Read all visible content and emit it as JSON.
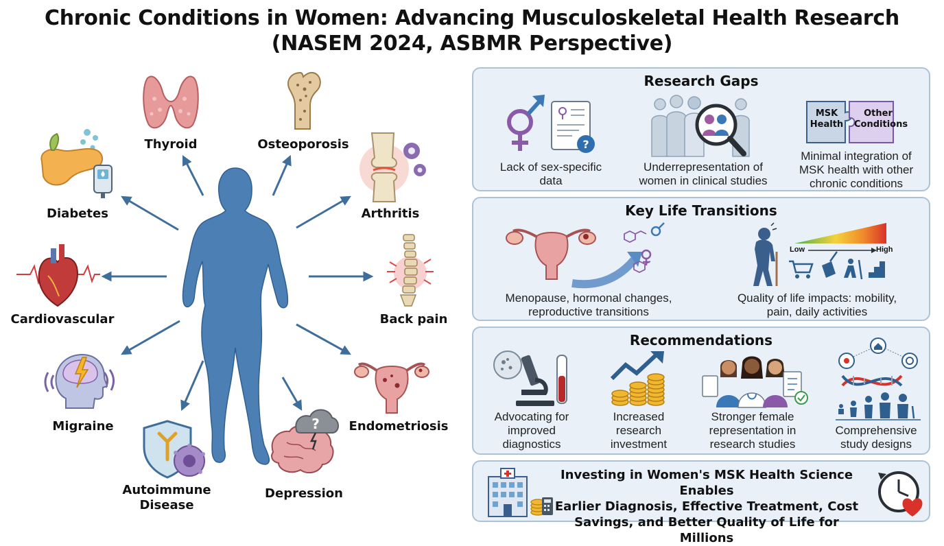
{
  "title_line1": "Chronic Conditions in Women: Advancing Musculoskeletal Health Research",
  "title_line2": "(NASEM 2024, ASBMR Perspective)",
  "conditions": {
    "thyroid": "Thyroid",
    "osteoporosis": "Osteoporosis",
    "diabetes": "Diabetes",
    "arthritis": "Arthritis",
    "cardiovascular": "Cardiovascular",
    "back_pain": "Back pain",
    "migraine": "Migraine",
    "endometriosis": "Endometriosis",
    "autoimmune_line1": "Autoimmune",
    "autoimmune_line2": "Disease",
    "depression": "Depression"
  },
  "research_gaps": {
    "title": "Research Gaps",
    "items": [
      {
        "l1": "Lack of sex-specific",
        "l2": "data"
      },
      {
        "l1": "Underrepresentation of",
        "l2": "women in clinical studies"
      },
      {
        "l1": "Minimal integration of",
        "l2": "MSK health with other",
        "l3": "chronic conditions"
      }
    ],
    "puzzle_left_l1": "MSK",
    "puzzle_left_l2": "Health",
    "puzzle_right_l1": "Other",
    "puzzle_right_l2": "Conditions"
  },
  "life_transitions": {
    "title": "Key Life Transitions",
    "left_l1": "Menopause, hormonal changes,",
    "left_l2": "reproductive transitions",
    "right_l1": "Quality of life impacts: mobility,",
    "right_l2": "pain, daily activities",
    "scale_low": "Low",
    "scale_high": "High"
  },
  "recommendations": {
    "title": "Recommendations",
    "items": [
      {
        "l1": "Advocating for",
        "l2": "improved",
        "l3": "diagnostics"
      },
      {
        "l1": "Increased",
        "l2": "research",
        "l3": "investment"
      },
      {
        "l1": "Stronger female",
        "l2": "representation in",
        "l3": "research studies"
      },
      {
        "l1": "Comprehensive",
        "l2": "study designs"
      }
    ]
  },
  "banner": {
    "l1": "Investing in Women's MSK Health Science Enables",
    "l2": "Earlier Diagnosis, Effective Treatment, Cost",
    "l3": "Savings, and Better Quality of Life for Millions"
  },
  "colors": {
    "figure": "#4c7fb3",
    "arrow": "#3f6e9a",
    "panel_bg": "#e9f0f8",
    "panel_border": "#aec2d6",
    "purple": "#8a5aa8",
    "blue": "#3a78b8"
  }
}
